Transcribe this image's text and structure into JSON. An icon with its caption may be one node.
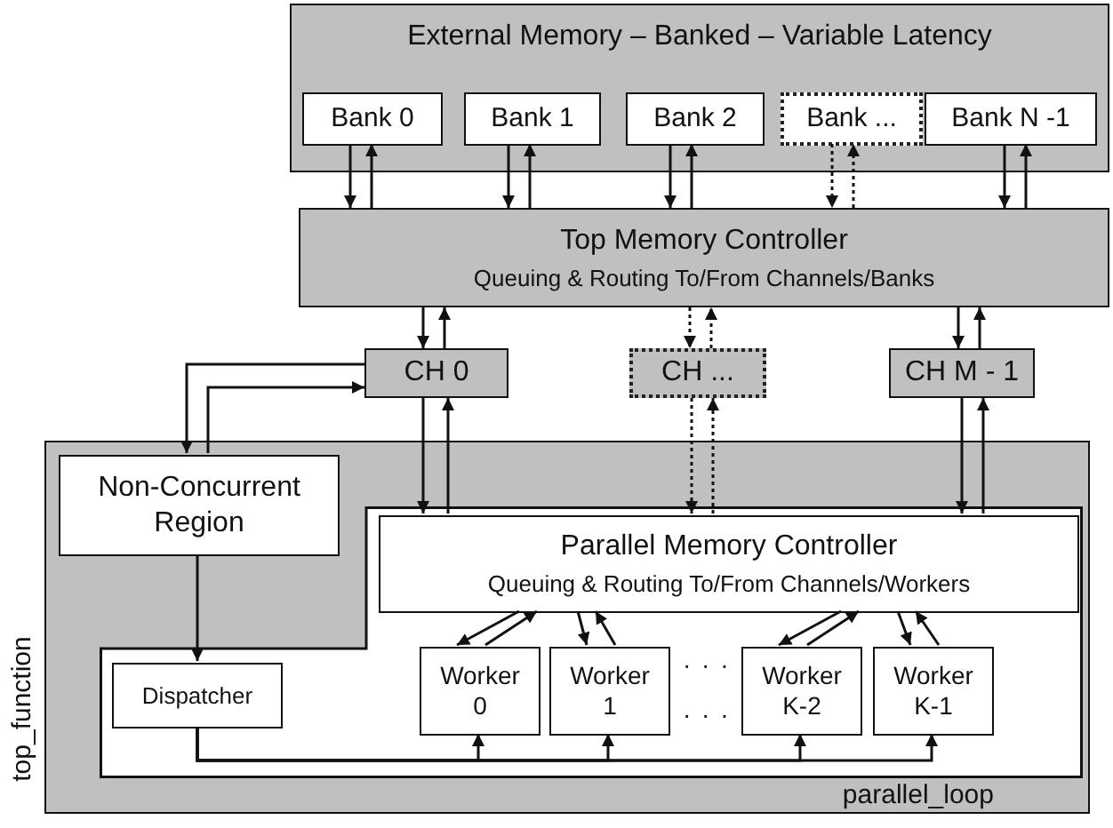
{
  "diagram": {
    "nodes": [
      {
        "text": [
          "External Memory – Banked – Variable Latency"
        ]
      },
      {
        "text": [
          "Bank 0"
        ],
        "in": 0
      },
      {
        "text": [
          "Bank 1"
        ],
        "in": 0
      },
      {
        "text": [
          "Bank 2"
        ],
        "in": 0
      },
      {
        "text": [
          "Bank ..."
        ],
        "in": 0
      },
      {
        "text": [
          "Bank N -1"
        ],
        "in": 0
      },
      {
        "text": [
          "Top Memory Controller",
          "Queuing & Routing To/From Channels/Banks"
        ]
      },
      {
        "text": [
          "CH 0"
        ]
      },
      {
        "text": [
          "CH ..."
        ]
      },
      {
        "text": [
          "CH M - 1"
        ]
      },
      {
        "text": [
          "top_function"
        ]
      },
      {
        "text": [
          "Non-Concurrent Region"
        ],
        "in": 10
      },
      {
        "text": [
          "parallel_loop"
        ],
        "in": 10
      },
      {
        "text": [
          "Parallel Memory Controller",
          "Queuing & Routing To/From Channels/Workers"
        ],
        "in": 12
      },
      {
        "text": [
          "Dispatcher"
        ],
        "in": 12
      },
      {
        "text": [
          "Worker 0"
        ],
        "in": 12
      },
      {
        "text": [
          "Worker 1"
        ],
        "in": 12
      },
      {
        "text": [
          "Worker K-2"
        ],
        "in": 12
      },
      {
        "text": [
          "Worker K-1"
        ],
        "in": 12
      }
    ],
    "edges": [
      {
        "from": 1,
        "to": 6,
        "arrow": "to"
      },
      {
        "from": 6,
        "to": 1,
        "arrow": "to"
      },
      {
        "from": 2,
        "to": 6,
        "arrow": "to"
      },
      {
        "from": 6,
        "to": 2,
        "arrow": "to"
      },
      {
        "from": 3,
        "to": 6,
        "arrow": "to"
      },
      {
        "from": 6,
        "to": 3,
        "arrow": "to"
      },
      {
        "from": 4,
        "to": 6,
        "arrow": "to",
        "style": "dashed"
      },
      {
        "from": 6,
        "to": 4,
        "arrow": "to",
        "style": "dashed"
      },
      {
        "from": 5,
        "to": 6,
        "arrow": "to"
      },
      {
        "from": 6,
        "to": 5,
        "arrow": "to"
      },
      {
        "from": 6,
        "to": 7,
        "arrow": "to"
      },
      {
        "from": 7,
        "to": 6,
        "arrow": "to"
      },
      {
        "from": 6,
        "to": 8,
        "arrow": "to",
        "style": "dashed"
      },
      {
        "from": 8,
        "to": 6,
        "arrow": "to",
        "style": "dashed"
      },
      {
        "from": 6,
        "to": 9,
        "arrow": "to"
      },
      {
        "from": 9,
        "to": 6,
        "arrow": "to"
      },
      {
        "from": 7,
        "to": 11,
        "arrow": "to"
      },
      {
        "from": 11,
        "to": 7,
        "arrow": "to"
      },
      {
        "from": 7,
        "to": 13,
        "arrow": "to"
      },
      {
        "from": 13,
        "to": 7,
        "arrow": "to"
      },
      {
        "from": 8,
        "to": 13,
        "arrow": "to",
        "style": "dashed"
      },
      {
        "from": 13,
        "to": 8,
        "arrow": "to",
        "style": "dashed"
      },
      {
        "from": 9,
        "to": 13,
        "arrow": "to"
      },
      {
        "from": 13,
        "to": 9,
        "arrow": "to"
      },
      {
        "from": 11,
        "to": 14,
        "arrow": "to"
      },
      {
        "from": 13,
        "to": 15,
        "arrow": "to"
      },
      {
        "from": 15,
        "to": 13,
        "arrow": "to"
      },
      {
        "from": 13,
        "to": 16,
        "arrow": "to"
      },
      {
        "from": 16,
        "to": 13,
        "arrow": "to"
      },
      {
        "from": 13,
        "to": 17,
        "arrow": "to"
      },
      {
        "from": 17,
        "to": 13,
        "arrow": "to"
      },
      {
        "from": 13,
        "to": 18,
        "arrow": "to"
      },
      {
        "from": 18,
        "to": 13,
        "arrow": "to"
      },
      {
        "from": 14,
        "to": 15,
        "arrow": "to"
      },
      {
        "from": 14,
        "to": 16,
        "arrow": "to"
      },
      {
        "from": 14,
        "to": 17,
        "arrow": "to"
      },
      {
        "from": 14,
        "to": 18,
        "arrow": "to"
      }
    ],
    "labels": [
      "· · ·",
      "· · ·"
    ]
  }
}
